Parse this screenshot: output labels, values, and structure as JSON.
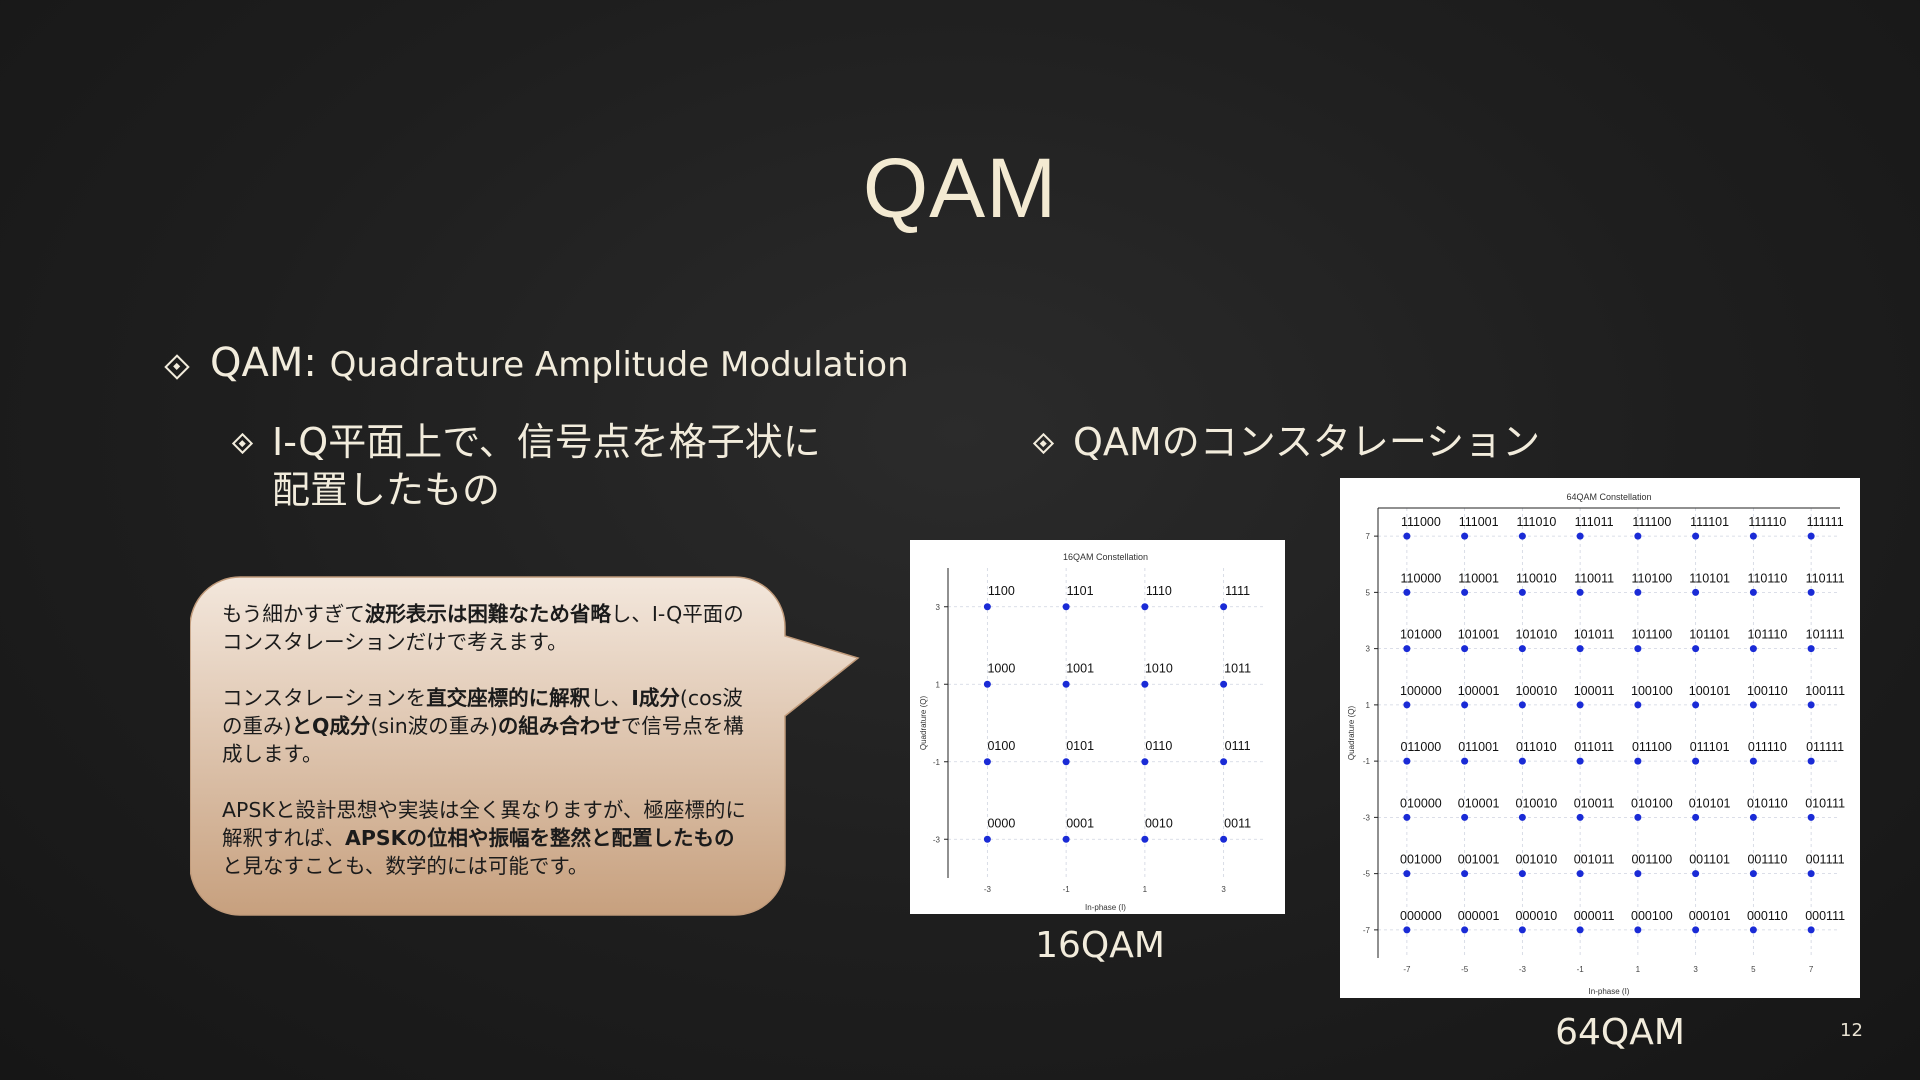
{
  "slide": {
    "title": "QAM",
    "page_number": "12"
  },
  "bullets": {
    "b1_main": "QAM: ",
    "b1_sub": "Quadrature Amplitude Modulation",
    "b2_line1": "I-Q平面上で、信号点を格子状に",
    "b2_line2": "配置したもの",
    "b3": "QAMのコンスタレーション"
  },
  "bubble": {
    "fill_top": "#f3e7dc",
    "fill_bottom": "#c7a07e",
    "p1": [
      {
        "t": "もう細かすぎて",
        "b": false
      },
      {
        "t": "波形表示は困難なため省略",
        "b": true
      },
      {
        "t": "し、I-Q平面のコンスタレーションだけで考えます。",
        "b": false
      }
    ],
    "p2": [
      {
        "t": "コンスタレーションを",
        "b": false
      },
      {
        "t": "直交座標的に解釈",
        "b": true
      },
      {
        "t": "し、",
        "b": false
      },
      {
        "t": "I成分",
        "b": true
      },
      {
        "t": "(cos波の重み)",
        "b": false
      },
      {
        "t": "とQ成分",
        "b": true
      },
      {
        "t": "(sin波の重み)",
        "b": false
      },
      {
        "t": "の組み合わせ",
        "b": true
      },
      {
        "t": "で信号点を構成します。",
        "b": false
      }
    ],
    "p3": [
      {
        "t": "APSKと設計思想や実装は全く異なりますが、極座標的に解釈すれば、",
        "b": false
      },
      {
        "t": "APSKの位相や振幅を整然と配置したもの",
        "b": true
      },
      {
        "t": "と見なすことも、数学的には可能です。",
        "b": false
      }
    ]
  },
  "chart_data": [
    {
      "type": "scatter",
      "title": "16QAM Constellation",
      "xlabel": "In-phase (I)",
      "ylabel": "Quadrature (Q)",
      "xlim": [
        -4,
        4
      ],
      "ylim": [
        -4,
        4
      ],
      "xticks": [
        -3,
        -1,
        1,
        3
      ],
      "yticks": [
        3,
        1,
        -1,
        -3
      ],
      "grid": true,
      "levels": [
        -3,
        -1,
        1,
        3
      ],
      "point_color": "#1a2bd6",
      "labels": [
        [
          "0000",
          "0001",
          "0010",
          "0011"
        ],
        [
          "0100",
          "0101",
          "0110",
          "0111"
        ],
        [
          "1000",
          "1001",
          "1010",
          "1011"
        ],
        [
          "1100",
          "1101",
          "1110",
          "1111"
        ]
      ]
    },
    {
      "type": "scatter",
      "title": "64QAM Constellation",
      "xlabel": "In-phase (I)",
      "ylabel": "Quadrature (Q)",
      "xlim": [
        -8,
        8
      ],
      "ylim": [
        -8,
        8
      ],
      "xticks": [
        -7,
        -5,
        -3,
        -1,
        1,
        3,
        5,
        7
      ],
      "yticks": [
        7,
        5,
        3,
        1,
        -1,
        -3,
        -5,
        -7
      ],
      "grid": true,
      "levels": [
        -7,
        -5,
        -3,
        -1,
        1,
        3,
        5,
        7
      ],
      "point_color": "#1a2bd6",
      "labels": [
        [
          "000000",
          "000001",
          "000010",
          "000011",
          "000100",
          "000101",
          "000110",
          "000111"
        ],
        [
          "001000",
          "001001",
          "001010",
          "001011",
          "001100",
          "001101",
          "001110",
          "001111"
        ],
        [
          "010000",
          "010001",
          "010010",
          "010011",
          "010100",
          "010101",
          "010110",
          "010111"
        ],
        [
          "011000",
          "011001",
          "011010",
          "011011",
          "011100",
          "011101",
          "011110",
          "011111"
        ],
        [
          "100000",
          "100001",
          "100010",
          "100011",
          "100100",
          "100101",
          "100110",
          "100111"
        ],
        [
          "101000",
          "101001",
          "101010",
          "101011",
          "101100",
          "101101",
          "101110",
          "101111"
        ],
        [
          "110000",
          "110001",
          "110010",
          "110011",
          "110100",
          "110101",
          "110110",
          "110111"
        ],
        [
          "111000",
          "111001",
          "111010",
          "111011",
          "111100",
          "111101",
          "111110",
          "111111"
        ]
      ]
    }
  ],
  "captions": {
    "c16": "16QAM",
    "c64": "64QAM"
  }
}
